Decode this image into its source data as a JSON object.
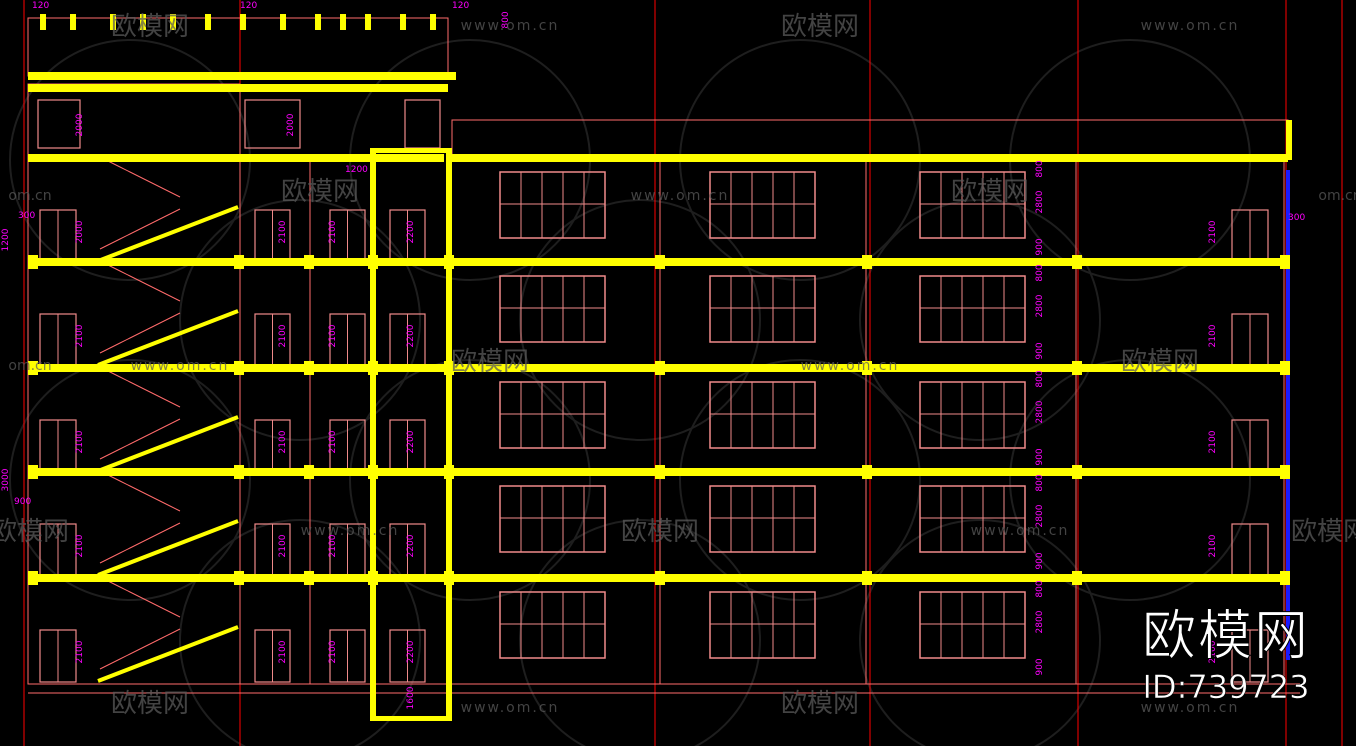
{
  "colors": {
    "background": "#000000",
    "slab": "#ffff00",
    "wall_line": "#ff6b6b",
    "window_line": "#f08a8a",
    "axis_line": "#ff0000",
    "dimension_text": "#ff00ff",
    "glass": "#1a1aff",
    "watermark": "#5a5a5a"
  },
  "dimensions": {
    "door_height_a": "2000",
    "door_height_b": "2100",
    "elevator_door": "2200",
    "pit_depth": "1600",
    "sill_900": "900",
    "sill_800": "800",
    "window_2800": "2800",
    "parapet_1200": "1200",
    "top_120": "120",
    "top_800": "800",
    "rail_300": "300",
    "height_3000": "3000"
  },
  "watermark": {
    "brand_cn": "欧模网",
    "site": "www.om.cn",
    "site_short": "om.cn"
  },
  "brand": {
    "logo": "欧模网",
    "id": "ID:739723"
  }
}
